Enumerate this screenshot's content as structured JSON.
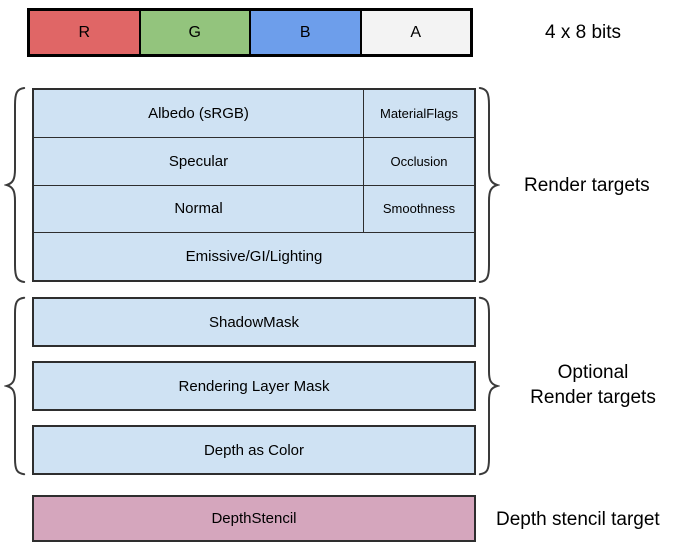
{
  "colors": {
    "buffer_blue": "#CFE2F3",
    "depth_pink": "#D5A6BD"
  },
  "top_bar": {
    "channels": [
      {
        "label": "R",
        "color": "#E06666"
      },
      {
        "label": "G",
        "color": "#93C47D"
      },
      {
        "label": "B",
        "color": "#6D9EEB"
      },
      {
        "label": "A",
        "color": "#F3F3F3"
      }
    ],
    "bits_label": "4 x 8 bits"
  },
  "render_targets": {
    "side_label": "Render targets",
    "rows": [
      {
        "main": "Albedo (sRGB)",
        "aux": "MaterialFlags"
      },
      {
        "main": "Specular",
        "aux": "Occlusion"
      },
      {
        "main": "Normal",
        "aux": "Smoothness"
      },
      {
        "main": "Emissive/GI/Lighting"
      }
    ]
  },
  "optional_targets": {
    "side_label_line1": "Optional",
    "side_label_line2": "Render targets",
    "boxes": [
      "ShadowMask",
      "Rendering Layer Mask",
      "Depth as Color"
    ]
  },
  "depth_stencil": {
    "box_label": "DepthStencil",
    "side_label": "Depth stencil target"
  }
}
